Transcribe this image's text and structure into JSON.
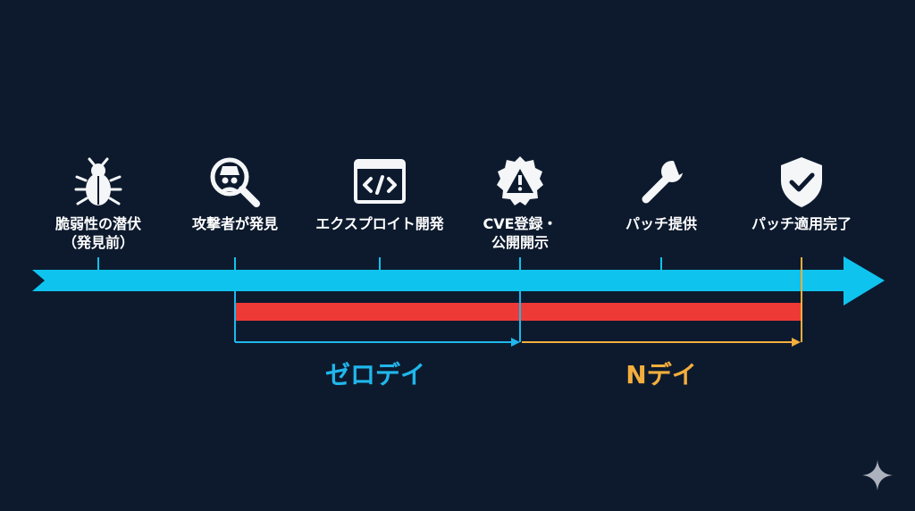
{
  "stages": [
    {
      "label": "脆弱性の潜伏\n（発見前）",
      "icon": "bug-icon"
    },
    {
      "label": "攻撃者が発見",
      "icon": "spy-search-icon"
    },
    {
      "label": "エクスプロイト開発",
      "icon": "code-window-icon"
    },
    {
      "label": "CVE登録・\n公開開示",
      "icon": "warning-badge-icon"
    },
    {
      "label": "パッチ提供",
      "icon": "wrench-icon"
    },
    {
      "label": "パッチ適用完了",
      "icon": "shield-check-icon"
    }
  ],
  "periods": [
    {
      "label": "ゼロデイ",
      "color": "#1fb7ec"
    },
    {
      "label": "Nデイ",
      "color": "#f4ae3d"
    }
  ],
  "colors": {
    "background": "#0d1a2e",
    "timeline": "#0fc3ef",
    "exposure": "#ee3a37",
    "icon": "#f4f6f8"
  },
  "decor": {
    "corner_icon": "sparkle-icon"
  }
}
